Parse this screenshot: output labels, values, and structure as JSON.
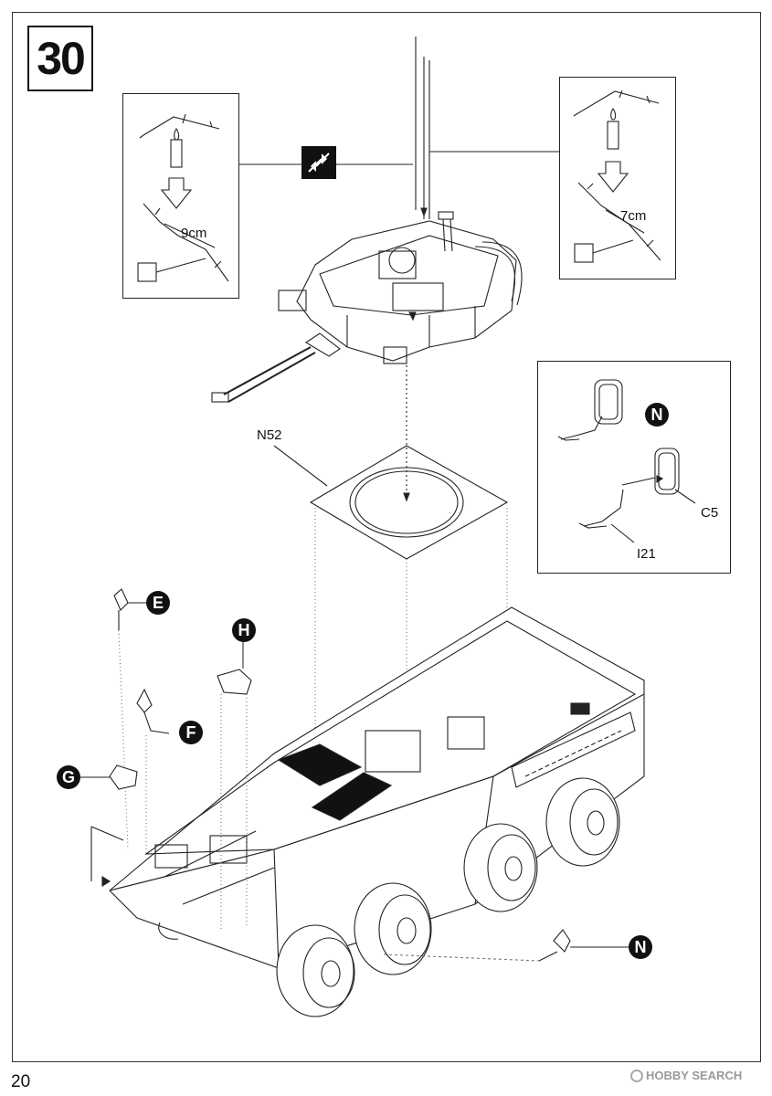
{
  "step": {
    "number": "30"
  },
  "inset_left": {
    "measure": "9cm"
  },
  "inset_right": {
    "measure": "7cm"
  },
  "inset_mirror": {
    "badge": "N",
    "part_c": "C5",
    "part_i": "I21"
  },
  "parts": {
    "n52": "N52"
  },
  "callouts": {
    "e": "E",
    "f": "F",
    "g": "G",
    "h": "H",
    "n": "N"
  },
  "footer": {
    "page": "20",
    "watermark": "HOBBY SEARCH"
  }
}
